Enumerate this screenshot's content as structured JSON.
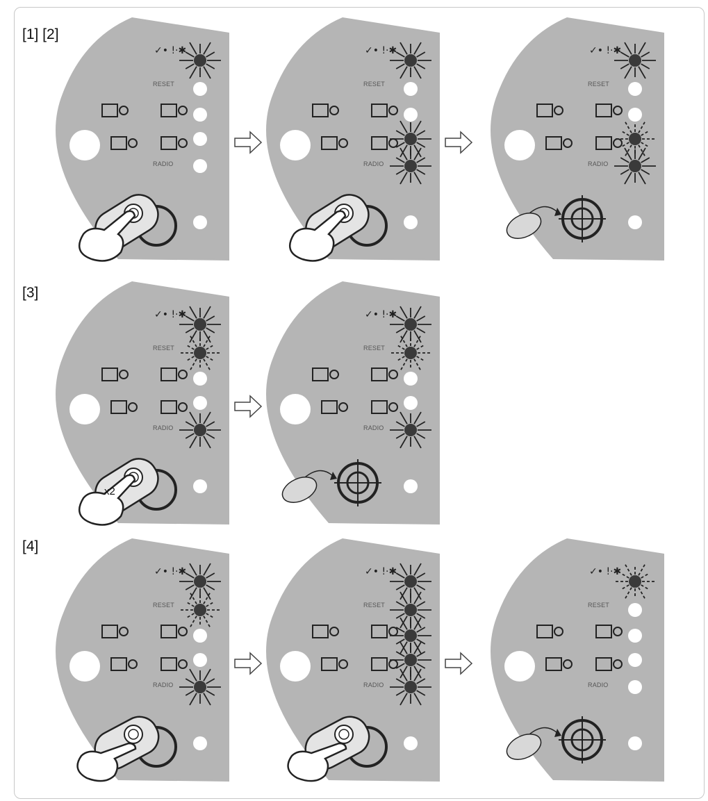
{
  "steps": [
    {
      "id": "s1",
      "label": "[1] [2]"
    },
    {
      "id": "s3",
      "label": "[3]"
    },
    {
      "id": "s4",
      "label": "[4]"
    }
  ],
  "panel_text": {
    "reset": "RESET",
    "radio": "RADIO"
  },
  "press_count": "x2",
  "colors": {
    "panel": "#b5b5b5",
    "led_off": "#ffffff",
    "led_on": "#3a3a3a",
    "line": "#222222",
    "frame": "#c7c7c7"
  },
  "panels": [
    {
      "row": 0,
      "col": 0,
      "leds_on": [
        0
      ],
      "blink": [
        0
      ],
      "hand": "press",
      "remote": "top"
    },
    {
      "row": 0,
      "col": 1,
      "leds_on": [
        0,
        3,
        4
      ],
      "blink": [
        0,
        3,
        4
      ],
      "hand": "press",
      "remote": "top"
    },
    {
      "row": 0,
      "col": 2,
      "leds_on": [
        0,
        3,
        4
      ],
      "blink": [
        0,
        4
      ],
      "dash": [
        3
      ],
      "hand": "none",
      "remote": "link"
    },
    {
      "row": 1,
      "col": 0,
      "leds_on": [
        0,
        1,
        4
      ],
      "blink": [
        0,
        4
      ],
      "dash": [
        1
      ],
      "hand": "press-x2",
      "remote": "top"
    },
    {
      "row": 1,
      "col": 1,
      "leds_on": [
        0,
        1,
        4
      ],
      "blink": [
        0,
        4
      ],
      "dash": [
        1
      ],
      "hand": "none",
      "remote": "link"
    },
    {
      "row": 2,
      "col": 0,
      "leds_on": [
        0,
        1,
        4
      ],
      "blink": [
        0,
        4
      ],
      "dash": [
        1
      ],
      "hand": "press-side",
      "remote": "side"
    },
    {
      "row": 2,
      "col": 1,
      "leds_on": [
        0,
        1,
        2,
        3,
        4
      ],
      "blink": [
        0,
        1,
        2,
        3,
        4
      ],
      "hand": "press-side",
      "remote": "side"
    },
    {
      "row": 2,
      "col": 2,
      "leds_on": [
        0
      ],
      "blink": [],
      "dash": [
        0
      ],
      "hand": "none",
      "remote": "link"
    }
  ],
  "arrows": [
    {
      "row": 0,
      "after": 0
    },
    {
      "row": 0,
      "after": 1
    },
    {
      "row": 1,
      "after": 0
    },
    {
      "row": 2,
      "after": 0
    },
    {
      "row": 2,
      "after": 1
    }
  ]
}
